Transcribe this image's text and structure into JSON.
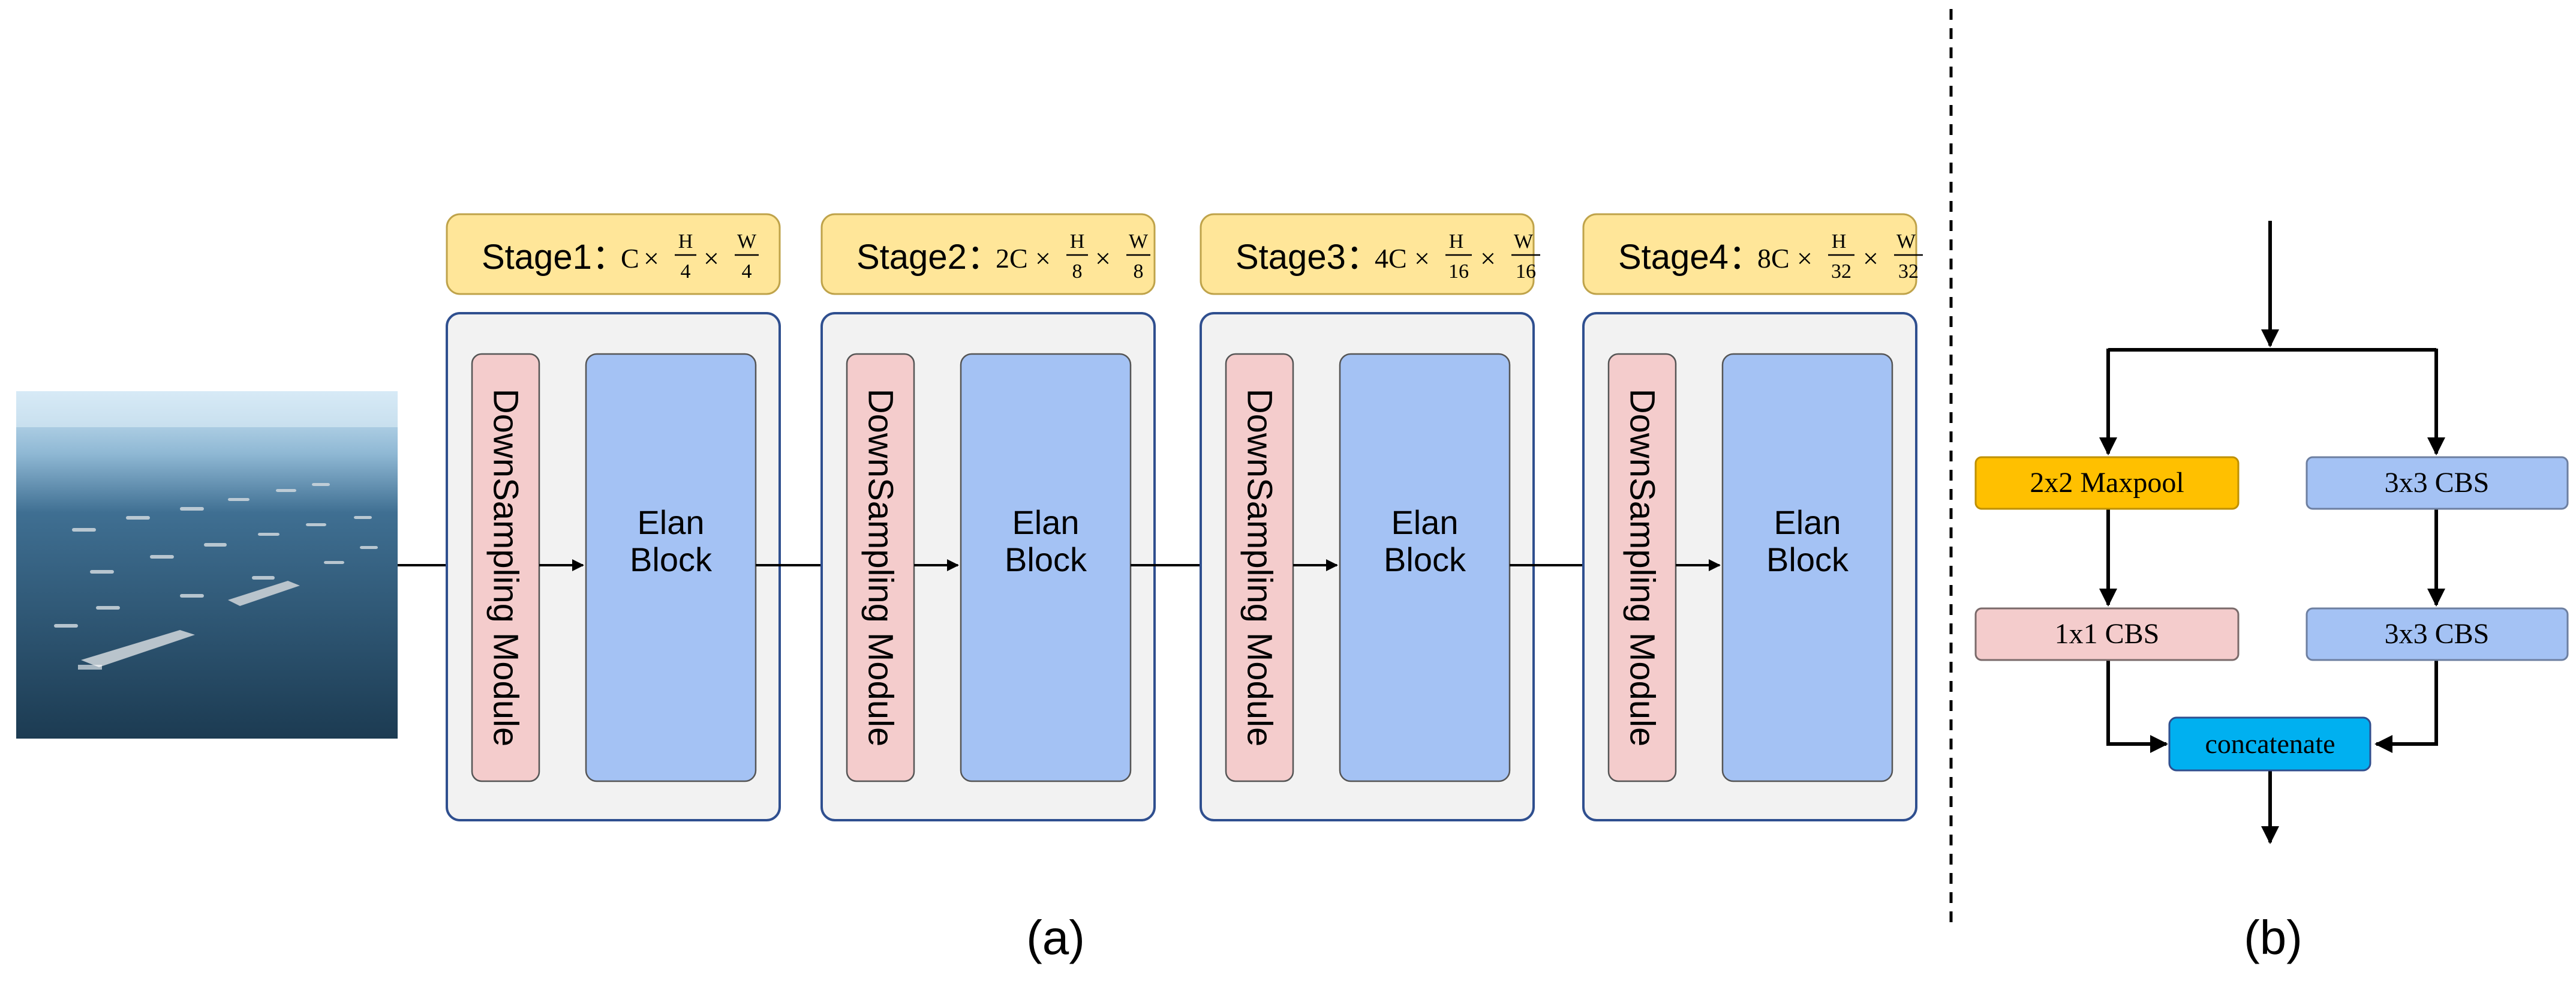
{
  "panel_a": {
    "caption": "(a)",
    "stages": [
      {
        "name": "Stage1：",
        "coef": "C",
        "h_den": "4",
        "w_den": "4"
      },
      {
        "name": "Stage2：",
        "coef": "2C",
        "h_den": "8",
        "w_den": "8"
      },
      {
        "name": "Stage3：",
        "coef": "4C",
        "h_den": "16",
        "w_den": "16"
      },
      {
        "name": "Stage4：",
        "coef": "8C",
        "h_den": "32",
        "w_den": "32"
      }
    ],
    "times": "×",
    "h_num": "H",
    "w_num": "W",
    "downsampling_label": "DownSampling Module",
    "elan_line1": "Elan",
    "elan_line2": "Block"
  },
  "panel_b": {
    "caption": "(b)",
    "maxpool_label": "2x2 Maxpool",
    "cbs3_top_label": "3x3 CBS",
    "cbs1_label": "1x1 CBS",
    "cbs3_bottom_label": "3x3 CBS",
    "concat_label": "concatenate"
  },
  "colors": {
    "stage_header_fill": "#FFE699",
    "stage_header_stroke": "#BFA34A",
    "stage_frame_fill": "#F2F2F2",
    "stage_frame_stroke": "#2F4F8F",
    "downsampling_fill": "#F4CCCC",
    "elan_fill": "#A4C2F4",
    "maxpool_fill": "#FFC000",
    "cbs_blue_fill": "#A4C2F4",
    "cbs_pink_fill": "#F4CCCC",
    "concat_fill": "#00B0F0",
    "line": "#000000"
  }
}
